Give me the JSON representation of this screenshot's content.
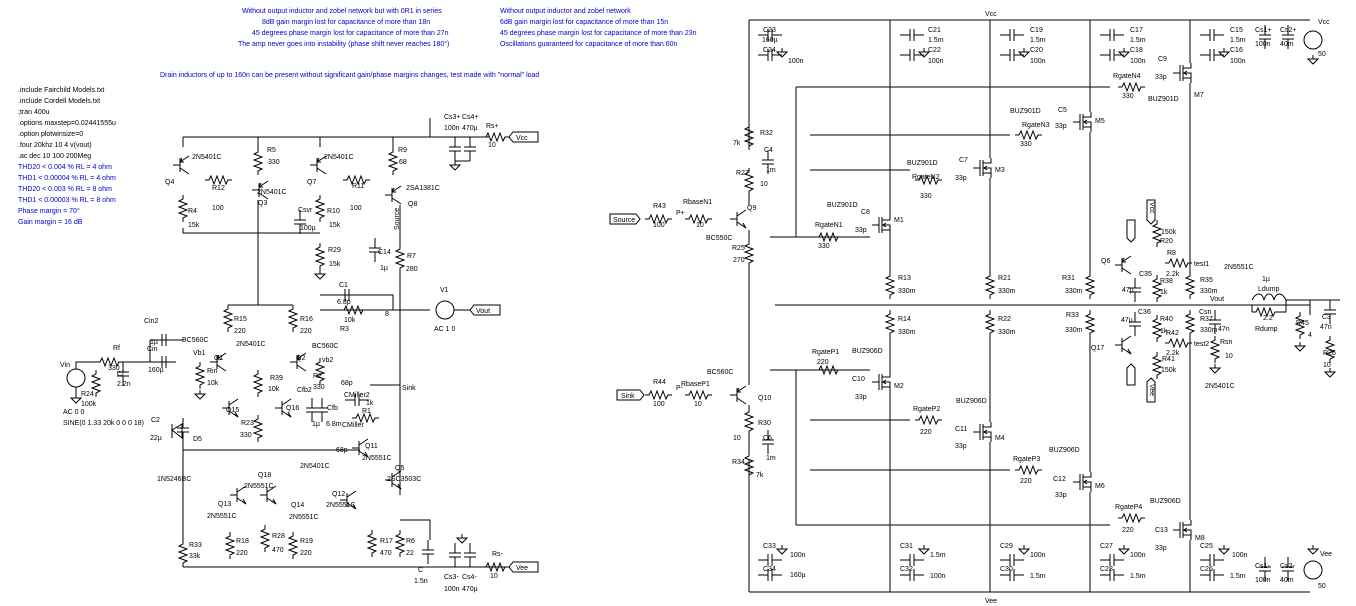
{
  "notes_center": {
    "lines": [
      "Without output inductor and zobel network but with 0R1 in series",
      "8dB gain margin lost for capacitance of more than 18n",
      "45 degrees phase margin lost for capacitance of more than 27n",
      "The amp never goes into instability (phase shift never reaches 180°)"
    ]
  },
  "notes_right": {
    "lines": [
      "Without output inductor and zobel network",
      "6dB gain margin lost for capacitance of more than 15n",
      "45 degrees phase margin lost for capacitance of more than 23n",
      "Oscillations guaranteed for capacitance of more than 60n"
    ]
  },
  "note_drain": "Drain inductors of up to 160n can be present without significant gain/phase margins changes, test made with \"normal\" load",
  "directives": [
    ".include Fairchild Models.txt",
    ".include Cordell Models.txt",
    ";tran 400u",
    ".options maxstep=0.02441555u",
    ".option plotwinsize=0",
    ".four 20khz 10 4 v(vout)",
    ".ac dec 10 100 200Meg",
    "THD20 < 0.004 % RL = 4 ohm",
    "THD1 < 0.00004 % RL = 4 ohm",
    "THD20 < 0.003 % RL = 8 ohm",
    "THD1 < 0.00003 % RL = 8 ohm",
    "Phase margin = 70°",
    "Gain margin = 16 dB"
  ],
  "frontend": {
    "vin": "Vin",
    "vin_ac": "AC 0 0",
    "vin_sine": "SINE(0 1.33 20k 0 0 0 18)",
    "rf": "Rf",
    "rf_val": "330",
    "cf": "Cf",
    "cf_val": "2.2n",
    "r24": "R24",
    "r24_val": "100k",
    "cin2": "Cin2",
    "cin2_val": "1µ",
    "cin": "Cin",
    "cin_val": "160µ",
    "rin": "Rin",
    "rin_val": "10k",
    "vb1": "Vb1",
    "vb2": "vb2",
    "q1": "Q1",
    "q1_type": "BC560C",
    "q2": "Q2",
    "q2_type": "BC560C",
    "r15": "R15",
    "r15_val": "220",
    "q2n": "2N5401C",
    "r16": "R16",
    "r16_val": "220",
    "r39": "R39",
    "r39_val": "10k",
    "q15": "Q15",
    "q16": "Q16",
    "r23": "R23",
    "r23_val": "330",
    "c2": "C2",
    "c2_val": "22µ",
    "d5": "D5",
    "d5_type": "1N5246BC",
    "q4": "Q4",
    "q4_type": "2N5401C",
    "r12": "R12",
    "r12_val": "100",
    "r4": "R4",
    "r4_val": "15k",
    "r5": "R5",
    "r5_val": "330",
    "q3": "Q3",
    "q3_type": "2N5401C",
    "q7": "Q7",
    "q7_type": "2N5401C",
    "r11": "R11",
    "r11_val": "100",
    "r10": "R10",
    "r10_val": "15k",
    "r9": "R9",
    "r9_val": "68",
    "q8": "Q8",
    "q8_type": "2SA1381C",
    "csvr": "Csvr",
    "csvr_val": "100µ",
    "r29": "R29",
    "r29_val": "15k",
    "c14": "C14",
    "c14_val": "1µ",
    "r7": "R7",
    "r7_val": "280",
    "sourcelbl": "Source",
    "c1": "C1",
    "c1_val": "6.8p",
    "r3": "R3",
    "r3_val": "10k",
    "r3_b": "8",
    "v1": "V1",
    "v1_ac": "AC 1 0",
    "vout": "Vout",
    "r2": "R2",
    "r2_val": "330",
    "cfb2": "Cfb2",
    "cfb": "Cfb",
    "cfb_val1": "1µ",
    "cfb_val2": "6.8m",
    "cmiller2": "CMiller2",
    "cmiller2_val": "68p",
    "cmiller_val": "68p",
    "r1": "R1",
    "r1_val": "1k",
    "cmiller": "CMiller",
    "sink": "Sink",
    "q11": "Q11",
    "q11_type": "2N5551C",
    "q5": "Q5",
    "q5_type": "2SC3503C",
    "q18": "Q18",
    "q18_type": "2N5401C",
    "q18b_type": "2N5551C",
    "q13": "Q13",
    "q13_type": "2N5551C",
    "q14": "Q14",
    "q14_type": "2N5551C",
    "q12": "Q12",
    "q12_type": "2N5551C",
    "r33": "R33",
    "r33_val": "33k",
    "r18": "R18",
    "r18_val": "220",
    "r28": "R28",
    "r28_val": "470",
    "r19": "R19",
    "r19_val": "220",
    "r17": "R17",
    "r17_val": "470",
    "r6": "R6",
    "r6_val": "22",
    "c": "C",
    "c_val": "1.5n",
    "cs3p": "Cs3+",
    "cs3p_val": "100n",
    "cs4p": "Cs4+",
    "cs4p_val": "470µ",
    "rsp": "Rs+",
    "rsp_val": "10",
    "vcc": "Vcc",
    "cs3m": "Cs3-",
    "cs3m_val": "100n",
    "cs4m": "Cs4-",
    "cs4m_val": "470µ",
    "rsm": "Rs-",
    "rsm_val": "10",
    "vee": "Vee"
  },
  "output_stage": {
    "vcc_top": "Vcc",
    "vee_bot": "Vee",
    "source_flag": "Source",
    "sink_flag": "Sink",
    "r43": "R43",
    "r43_val": "100",
    "rbasen1": "RbaseN1",
    "rbasen1_val": "10",
    "pplus": "P+",
    "r44": "R44",
    "r44_val": "100",
    "rbasep1": "RbaseP1",
    "rbasep1_val": "10",
    "pminus": "P-",
    "q9": "Q9",
    "q9_type": "BC550C",
    "q10": "Q10",
    "q10_type": "BC560C",
    "r32": "R32",
    "r32_val": "7k",
    "c4": "C4",
    "c4_val": "1m",
    "r27": "R27",
    "r27_val": "10",
    "r25": "R25",
    "r25_val": "270",
    "r30": "R30",
    "r30_val": "10",
    "c6": "C6",
    "c6_val": "1m",
    "r34": "R34",
    "r34_val": "7k",
    "rgaten1": "RgateN1",
    "rgaten1_val": "330",
    "m1": "M1",
    "c8": "C8",
    "c8_val": "33p",
    "m1_type": "BUZ901D",
    "rgaten2": "RgateN2",
    "rgaten2_val": "330",
    "m3": "M3",
    "c7": "C7",
    "c7_val": "33p",
    "m3_type": "BUZ901D",
    "rgaten3": "RgateN3",
    "rgaten3_val": "330",
    "m5": "M5",
    "c5": "C5",
    "c5_val": "33p",
    "m5_type": "BUZ901D",
    "rgaten4": "RgateN4",
    "rgaten4_val": "330",
    "m7": "M7",
    "c9": "C9",
    "c9_val": "33p",
    "m7_type": "BUZ901D",
    "rgatep1": "RgateP1",
    "rgatep1_val": "220",
    "m2": "M2",
    "c10": "C10",
    "c10_val": "33p",
    "m2_type": "BUZ906D",
    "rgatep2": "RgateP2",
    "rgatep2_val": "220",
    "m4": "M4",
    "c11": "C11",
    "c11_val": "33p",
    "m4_type": "BUZ906D",
    "rgatep3": "RgateP3",
    "rgatep3_val": "220",
    "m6": "M6",
    "c12": "C12",
    "c12_val": "33p",
    "m6_type": "BUZ906D",
    "rgatep4": "RgateP4",
    "rgatep4_val": "220",
    "m8": "M8",
    "c13": "C13",
    "c13_val": "33p",
    "m8_type": "BUZ906D",
    "c23": "C23",
    "c23_val": "160µ",
    "c24": "C24",
    "c24_val": "100n",
    "c21": "C21",
    "c21_val": "1.5m",
    "c22": "C22",
    "c22_val": "100n",
    "c19": "C19",
    "c19_val": "1.5m",
    "c20": "C20",
    "c20_val": "100n",
    "c17": "C17",
    "c17_val": "1.5m",
    "c18": "C18",
    "c18_val": "100n",
    "c15": "C15",
    "c15_val": "1.5m",
    "c16": "C16",
    "c16_val": "100n",
    "cs1p": "Cs1+",
    "cs1p_val": "100n",
    "cs2p": "Cs2+",
    "cs2p_val": "40m",
    "vcc_src": "Vcc",
    "vcc_src_val": "50",
    "c33": "C33",
    "c33_val": "100n",
    "c34": "C34",
    "c34_val": "160µ",
    "c31": "C31",
    "c31_val": "1.5m",
    "c32": "C32",
    "c32_val": "100n",
    "c29": "C29",
    "c29_val": "100n",
    "c30": "C30",
    "c30_val": "1.5m",
    "c27": "C27",
    "c27_val": "100n",
    "c28": "C28",
    "c28_val": "1.5m",
    "c25": "C25",
    "c25_val": "100n",
    "c26": "C26",
    "c26_val": "1.5m",
    "cs1m": "Cs1-",
    "cs1m_val": "100n",
    "cs2m": "Cs2-",
    "cs2m_val": "40m",
    "vee_src": "Vee",
    "vee_src_val": "50",
    "r13": "R13",
    "r13_val": "330m",
    "r14": "R14",
    "r14_val": "330m",
    "r21": "R21",
    "r21_val": "330m",
    "r22": "R22",
    "r22_val": "330m",
    "r31": "R31",
    "r31_val": "330m",
    "r33b": "R33",
    "r33b_val": "330m",
    "r35": "R35",
    "r35_val": "330m",
    "r37": "R37",
    "r37_val": "330m",
    "q6": "Q6",
    "q17": "Q17",
    "c35": "C35",
    "c35_val": "47µ",
    "c36": "C36",
    "c36_val": "47µ",
    "r20": "R20",
    "r20_val": "150k",
    "r8": "R8",
    "r8_val": "2.2k",
    "r38": "R38",
    "r38_val": "1k",
    "r40": "R40",
    "r40_val": "1k",
    "r42": "R42",
    "r42_val": "2.2k",
    "r41": "R41",
    "r41_val": "150k",
    "test1": "test1",
    "test2": "test2",
    "q6_type": "2N5551C",
    "q17_type": "2N5401C",
    "vout": "Vout",
    "csn": "Csn",
    "csn_val": "47n",
    "rsn": "Rsn",
    "rsn_val": "10",
    "ldump": "Ldump",
    "ldump_val": "1µ",
    "rdump": "Rdump",
    "rdump_val": "2.2",
    "r45": "R45",
    "r45_val": "4",
    "c3": "C3",
    "c3_val": "47n",
    "r26": "R26",
    "r26_val": "10",
    "vcc_side": "Vcc",
    "vee_side": "Vee"
  }
}
